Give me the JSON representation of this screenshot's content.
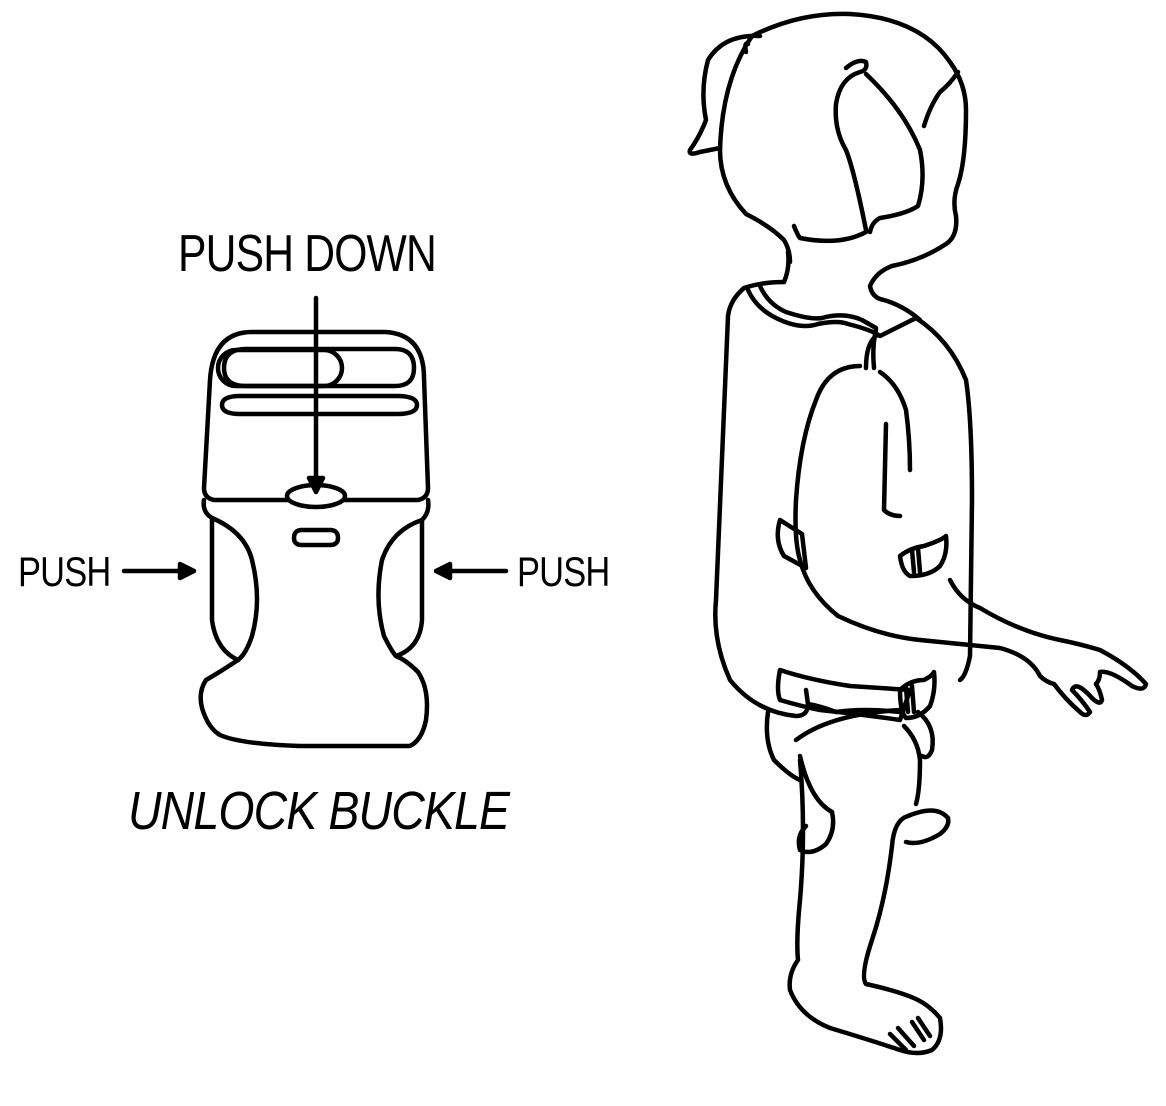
{
  "diagram": {
    "buckle": {
      "labels": {
        "push_down": "PUSH DOWN",
        "push_left": "PUSH",
        "push_right": "PUSH"
      },
      "caption": "UNLOCK BUCKLE"
    },
    "figure": {
      "subject": "toddler-wearing-swim-vest",
      "view": "side"
    },
    "colors": {
      "line": "#000000",
      "background": "#ffffff"
    }
  }
}
